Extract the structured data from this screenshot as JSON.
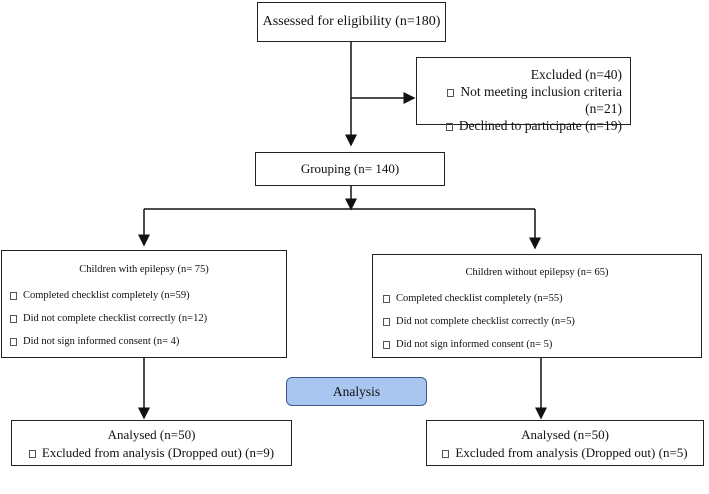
{
  "assessed": "Assessed for eligibility (n=180)",
  "excluded": {
    "title": "Excluded  (n=40)",
    "items": [
      "Not meeting inclusion criteria (n=21)",
      "Declined to participate (n=19)"
    ]
  },
  "grouping": "Grouping (n= 140)",
  "epilepsy": {
    "title": "Children with epilepsy (n= 75)",
    "items": [
      "Completed checklist completely (n=59)",
      "Did not complete checklist correctly (n=12)",
      "Did not sign informed consent (n= 4)"
    ]
  },
  "no_epilepsy": {
    "title": "Children without epilepsy (n= 65)",
    "items": [
      "Completed checklist completely (n=55)",
      "Did not complete checklist correctly (n=5)",
      "Did not sign informed consent (n= 5)"
    ]
  },
  "analysis": "Analysis",
  "analysed_left": {
    "title": "Analysed (n=50)",
    "item": "Excluded from analysis (Dropped out) (n=9)"
  },
  "analysed_right": {
    "title": "Analysed (n=50)",
    "item": "Excluded from analysis (Dropped out) (n=5)"
  }
}
